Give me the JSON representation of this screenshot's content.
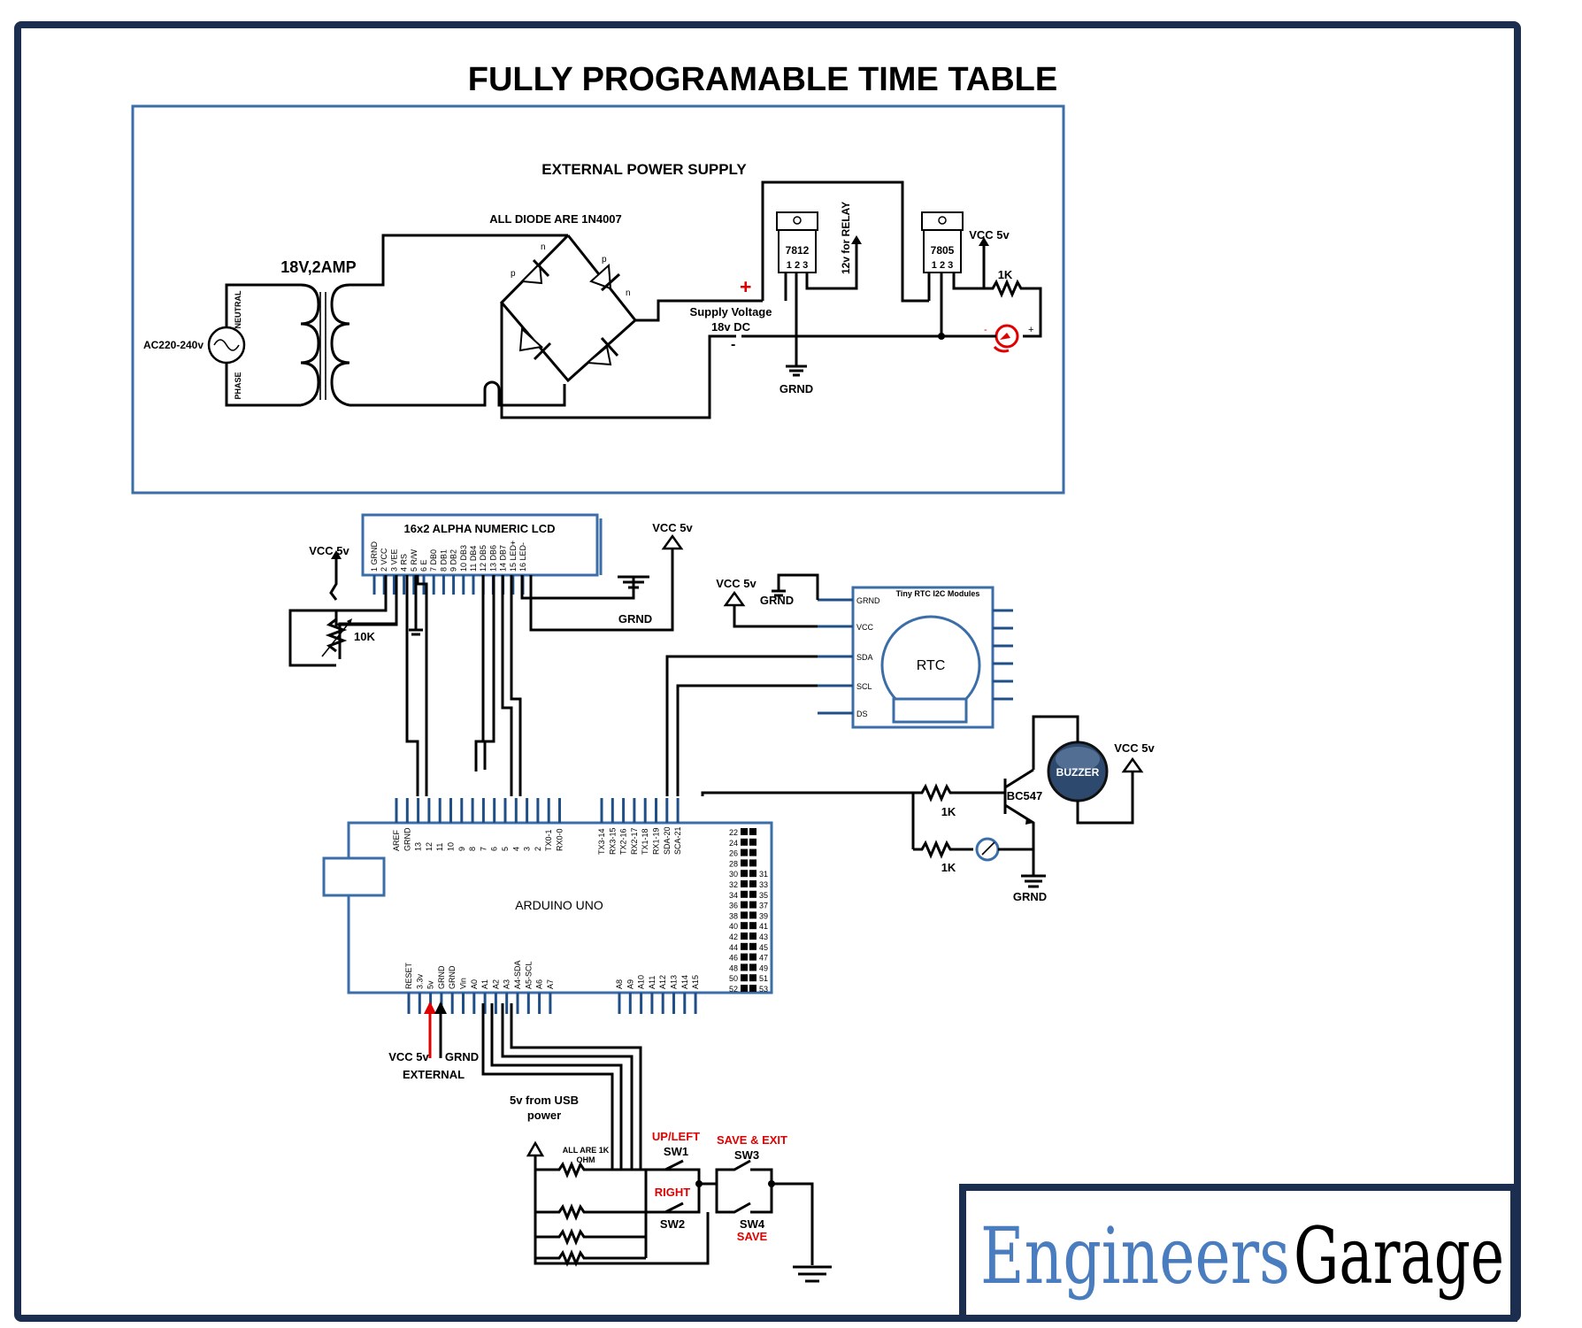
{
  "title": "FULLY PROGRAMABLE TIME TABLE",
  "colors": {
    "frame": "#1c2e50",
    "box": "#3b6ea8",
    "logo_blue": "#4a7cc0",
    "logo_black": "#000000",
    "red": "#e00000"
  },
  "power_supply": {
    "heading": "EXTERNAL POWER SUPPLY",
    "ac_source": "AC220-240v",
    "neutral": "NEUTRAL",
    "phase": "PHASE",
    "transformer": "18V,2AMP",
    "diode_note": "ALL DIODE ARE 1N4007",
    "diode_p": "p",
    "diode_n": "n",
    "plus": "+",
    "minus": "-",
    "supply_voltage_1": "Supply Voltage",
    "supply_voltage_2": "18v DC",
    "reg1": "7812",
    "reg1_pins": "1  2  3",
    "relay_label": "12v for RELAY",
    "reg2": "7805",
    "reg2_pins": "1  2  3",
    "vcc": "VCC 5v",
    "res": "1K",
    "grnd": "GRND"
  },
  "lcd": {
    "title": "16x2 ALPHA NUMERIC LCD",
    "pins": [
      "1 GRND",
      "2 VCC",
      "3 VEE",
      "4 RS",
      "5 R/W",
      "6 E",
      "7 DB0",
      "8 DB1",
      "9 DB2",
      "10 DB3",
      "11 DB4",
      "12 DB5",
      "13 DB6",
      "14 DB7",
      "15 LED+",
      "16 LED-"
    ],
    "vcc_left": "VCC 5v",
    "pot": "10K",
    "vcc_right": "VCC 5v",
    "grnd": "GRND"
  },
  "rtc": {
    "title": "Tiny RTC I2C Modules",
    "pins": [
      "GRND",
      "VCC",
      "SDA",
      "SCL",
      "DS"
    ],
    "label": "RTC",
    "vcc": "VCC 5v",
    "grnd": "GRND"
  },
  "buzzer": {
    "label": "BUZZER",
    "transistor": "BC547",
    "vcc": "VCC 5v",
    "res1": "1K",
    "res2": "1K",
    "grnd": "GRND"
  },
  "arduino": {
    "label": "ARDUINO UNO",
    "top_pins": [
      "AREF",
      "GRND",
      "13",
      "12",
      "11",
      "10",
      "9",
      "8",
      "7",
      "6",
      "5",
      "4",
      "3",
      "2",
      "TX0-1",
      "RX0-0"
    ],
    "top_pins2": [
      "TX3-14",
      "RX3-15",
      "TX2-16",
      "RX2-17",
      "TX1-18",
      "RX1-19",
      "SDA-20",
      "SCA-21"
    ],
    "bottom_pins": [
      "RESET",
      "3.3v",
      "5v",
      "GRND",
      "GRND",
      "Vin",
      "A0",
      "A1",
      "A2",
      "A3",
      "A4-SDA",
      "A5-SCL",
      "A6",
      "A7"
    ],
    "bottom_pins2": [
      "A8",
      "A9",
      "A10",
      "A11",
      "A12",
      "A13",
      "A14",
      "A15"
    ],
    "right_pins_left": [
      "22",
      "24",
      "26",
      "28",
      "30",
      "32",
      "34",
      "36",
      "38",
      "40",
      "42",
      "44",
      "46",
      "48",
      "50",
      "52"
    ],
    "right_pins_right": [
      "",
      "",
      "",
      "",
      "31",
      "33",
      "35",
      "37",
      "39",
      "41",
      "43",
      "45",
      "47",
      "49",
      "51",
      "53"
    ],
    "vcc_ext": "VCC 5v",
    "grnd_ext": "GRND",
    "external": "EXTERNAL"
  },
  "switches": {
    "usb_1": "5v from USB",
    "usb_2": "power",
    "res_note_1": "ALL ARE 1K",
    "res_note_2": "OHM",
    "sw1_func": "UP/LEFT",
    "sw1": "SW1",
    "sw2_func": "RIGHT",
    "sw2": "SW2",
    "sw3_func": "SAVE & EXIT",
    "sw3": "SW3",
    "sw4": "SW4",
    "sw4_func": "SAVE"
  },
  "logo": {
    "part1": "Engineers",
    "part2": "Garage"
  }
}
